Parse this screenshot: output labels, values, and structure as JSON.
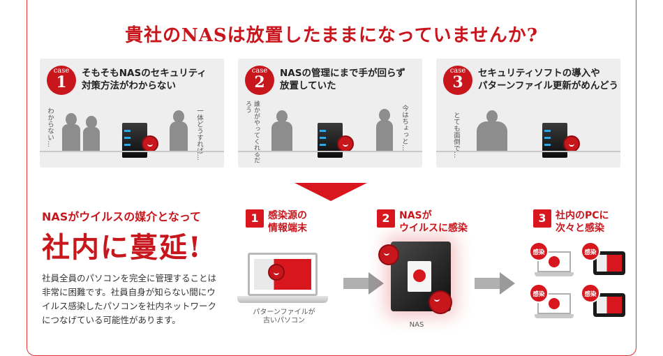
{
  "headline": "貴社のNASは放置したままになっていませんか?",
  "cases": [
    {
      "word": "case",
      "number": "1",
      "line1": "そもそもNASのセキュリティ",
      "line2": "対策方法がわからない",
      "thought_left": "わからない…",
      "thought_right": "一体どうすれば…"
    },
    {
      "word": "case",
      "number": "2",
      "line1": "NASの管理にまで手が回らず",
      "line2": "放置していた",
      "thought_left": "誰かがやってくれるだろう",
      "thought_right": "今はちょっと…"
    },
    {
      "word": "case",
      "number": "3",
      "line1": "セキュリティソフトの導入や",
      "line2": "パターンファイル更新がめんどう",
      "thought_left": "とても面倒で…",
      "thought_right": ""
    }
  ],
  "spread": {
    "lead": "NASがウイルスの媒介となって",
    "big": "社内に蔓延!",
    "description": "社員全員のパソコンを完全に管理することは非常に困難です。社員自身が知らない間にウイルス感染したパソコンを社内ネットワークにつなげている可能性があります。"
  },
  "steps": [
    {
      "number": "1",
      "line1": "感染源の",
      "line2": "情報端末",
      "caption_line1": "パターンファイルが",
      "caption_line2": "古いパソコン"
    },
    {
      "number": "2",
      "line1": "NASが",
      "line2": "ウイルスに感染",
      "caption_line1": "NAS",
      "caption_line2": ""
    },
    {
      "number": "3",
      "line1": "社内のPCに",
      "line2": "次々と感染",
      "infected_badge": "感染"
    }
  ],
  "colors": {
    "accent": "#c8161d",
    "arrow": "#d7161d",
    "panel": "#eeeeee",
    "silhouette": "#8d8d8d"
  }
}
